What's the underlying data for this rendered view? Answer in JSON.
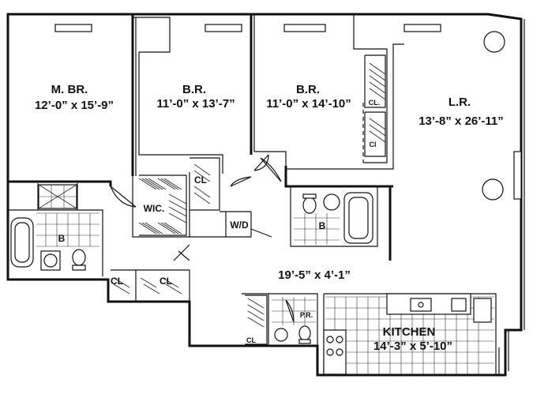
{
  "rooms": {
    "master_bedroom": {
      "name": "M. BR.",
      "dims": "12’-0” x 15’-9”"
    },
    "bedroom_2": {
      "name": "B.R.",
      "dims": "11’-0” x 13’-7”"
    },
    "bedroom_3": {
      "name": "B.R.",
      "dims": "11’-0” x 14’-10”"
    },
    "living_room": {
      "name": "L.R.",
      "dims": "13’-8” x 26’-11”"
    },
    "hallway": {
      "dims": "19’-5” x 4’-1”"
    },
    "kitchen": {
      "name": "KITCHEN",
      "dims": "14’-3” x 5’-10”"
    }
  },
  "labels": {
    "walk_in_closet": "WIC.",
    "washer_dryer": "W/D",
    "closet": "CL",
    "closet_short": "CL.",
    "closet_letter": "Cl",
    "bath": "B",
    "powder_room": "P.R."
  }
}
